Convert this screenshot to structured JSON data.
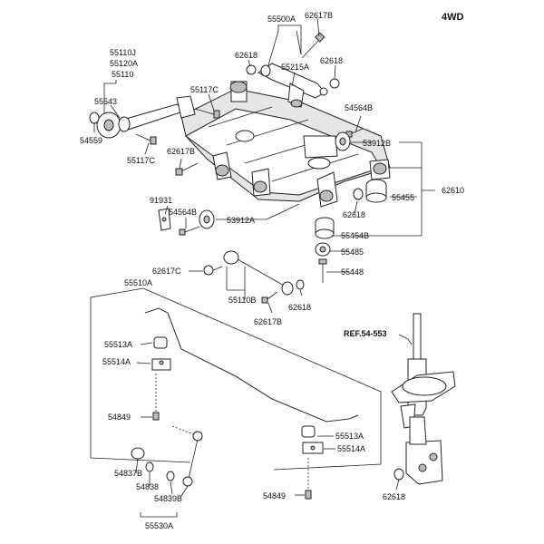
{
  "header": {
    "variant": "4WD"
  },
  "reference": "REF.54-553",
  "labels": {
    "p55500A": "55500A",
    "p62617B_a": "62617B",
    "p62618_a": "62618",
    "p55215A": "55215A",
    "p62618_b": "62618",
    "p55110J": "55110J",
    "p55120A": "55120A",
    "p55110": "55110",
    "p55117C_a": "55117C",
    "p55543": "55543",
    "p54559": "54559",
    "p55117C_b": "55117C",
    "p54564B_a": "54564B",
    "p62617B_b": "62617B",
    "p53912B": "53912B",
    "p91931": "91931",
    "p54564B_b": "54564B",
    "p53912A": "53912A",
    "p62618_c": "62618",
    "p55455": "55455",
    "p62610": "62610",
    "p55454B": "55454B",
    "p55485": "55485",
    "p55448": "55448",
    "p62617C": "62617C",
    "p55110B": "55110B",
    "p62618_d": "62618",
    "p62617B_c": "62617B",
    "p55510A": "55510A",
    "p55513A_a": "55513A",
    "p55514A_a": "55514A",
    "p54849_a": "54849",
    "p55513A_b": "55513A",
    "p55514A_b": "55514A",
    "p54837B": "54837B",
    "p54838": "54838",
    "p54839B": "54839B",
    "p54849_b": "54849",
    "p55530A": "55530A",
    "p62618_e": "62618"
  }
}
